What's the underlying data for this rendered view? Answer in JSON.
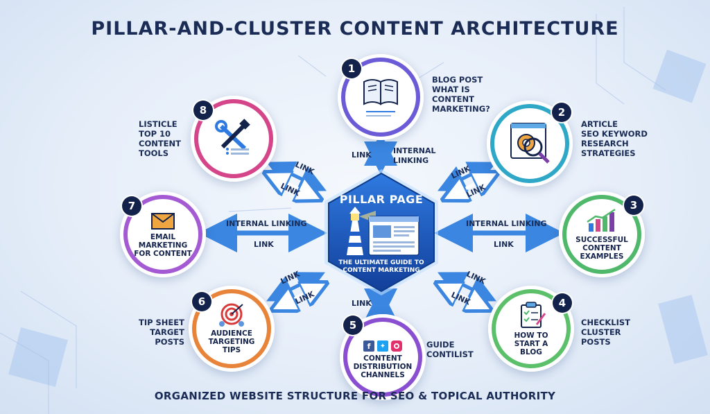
{
  "title": "PILLAR-AND-CLUSTER CONTENT ARCHITECTURE",
  "footer": "ORGANIZED WEBSITE STRUCTURE FOR SEO & TOPICAL AUTHORITY",
  "pillar": {
    "title": "PILLAR PAGE",
    "subtitle_line1": "THE ULTIMATE GUIDE TO",
    "subtitle_line2": "CONTENT MARKETING"
  },
  "nodes": [
    {
      "number": "1",
      "icon": "book-icon",
      "side_label_line1": "BLOG POST",
      "side_label_line2": "WHAT IS",
      "side_label_line3": "CONTENT",
      "side_label_line4": "MARKETING?",
      "color": "#6b5bd6"
    },
    {
      "number": "2",
      "icon": "gear-magnifier-icon",
      "side_label_line1": "ARTICLE",
      "side_label_line2": "SEO KEYWORD",
      "side_label_line3": "RESEARCH",
      "side_label_line4": "STRATEGIES",
      "color": "#2fa8c8"
    },
    {
      "number": "3",
      "icon": "bar-chart-icon",
      "inner_line1": "SUCCESSFUL",
      "inner_line2": "CONTENT",
      "inner_line3": "EXAMPLES",
      "color": "#4fb86a"
    },
    {
      "number": "4",
      "icon": "clipboard-icon",
      "inner_line1": "HOW TO",
      "inner_line2": "START A",
      "inner_line3": "BLOG",
      "side_label_line1": "CHECKLIST",
      "side_label_line2": "CLUSTER",
      "side_label_line3": "POSTS",
      "color": "#5cc06a"
    },
    {
      "number": "5",
      "icon": "social-icons",
      "inner_line1": "CONTENT",
      "inner_line2": "DISTRIBUTION",
      "inner_line3": "CHANNELS",
      "side_label_line1": "GUIDE",
      "side_label_line2": "CONTILIST",
      "color": "#8a4fd0"
    },
    {
      "number": "6",
      "icon": "target-icon",
      "inner_line1": "AUDIENCE",
      "inner_line2": "TARGETING",
      "inner_line3": "TIPS",
      "side_label_line1": "TIP SHEET",
      "side_label_line2": "TARGET",
      "side_label_line3": "POSTS",
      "color": "#e8843a"
    },
    {
      "number": "7",
      "icon": "envelope-icon",
      "inner_line1": "EMAIL",
      "inner_line2": "MARKETING",
      "inner_line3": "FOR CONTENT",
      "color": "#a45ad2"
    },
    {
      "number": "8",
      "icon": "tools-icon",
      "side_label_line1": "LISTICLE",
      "side_label_line2": "TOP 10",
      "side_label_line3": "CONTENT",
      "side_label_line4": "TOOLS",
      "color": "#d4458a"
    }
  ],
  "links": {
    "link": "LINK",
    "internal": "INTERNAL",
    "linking": "LINKING",
    "internal_linking": "INTERNAL LINKING"
  },
  "colors": {
    "hex_fill": "#1f5fc7",
    "hex_edge": "#0e3a8a",
    "arrow": "#3a86e0",
    "ink": "#13224a"
  }
}
